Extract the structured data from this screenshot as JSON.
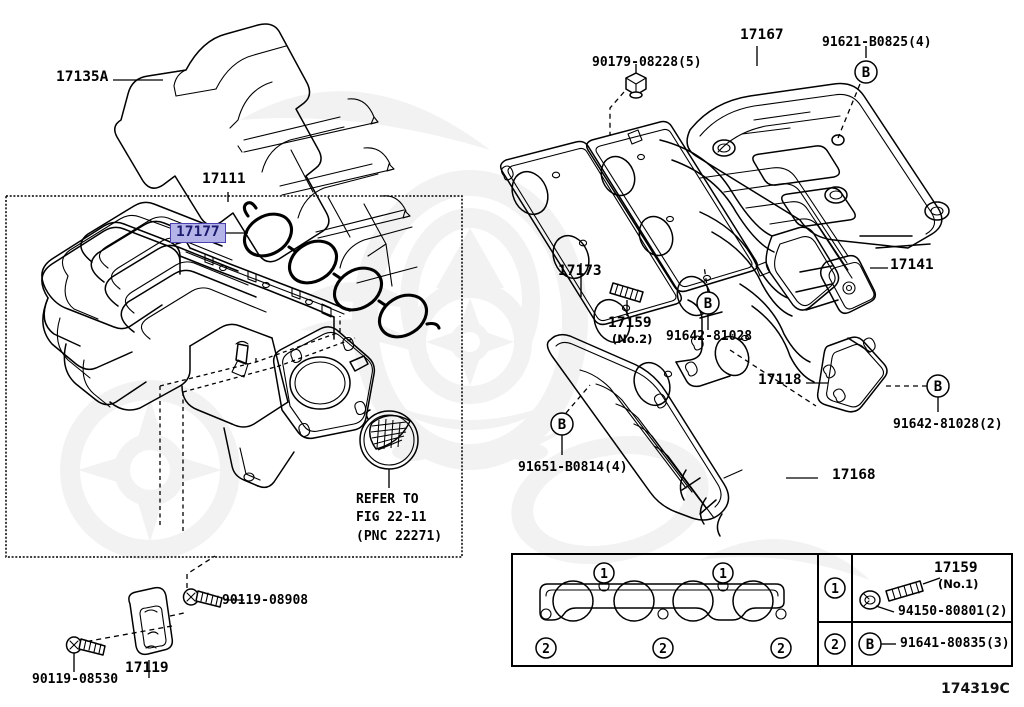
{
  "diagram": {
    "code": "174319C",
    "refer_note": "REFER TO\nFIG 22-11\n(PNC 22271)"
  },
  "labels": {
    "insulator": "17135A",
    "manifold_group": "17111",
    "gasket_intake": "17177",
    "bracket": "17119",
    "bolt_bracket_upper": "90119-08908",
    "bolt_bracket_lower": "90119-08530",
    "nut_exhaust": "90179-08228(5)",
    "heat_shield_upper": "17167",
    "bolt_shield_upper": "91621-B0825(4)",
    "gasket_exhaust": "17173",
    "stud_no2": "17159",
    "stud_no2_sub": "(No.2)",
    "bolt_manifold_b": "91642-81028",
    "exhaust_manifold": "17141",
    "stay": "17118",
    "bolt_stay": "91642-81028(2)",
    "bolt_shield_lower": "91651-B0814(4)",
    "heat_shield_lower": "17168"
  },
  "inset_table": {
    "markers": {
      "one": "1",
      "two": "2"
    },
    "rows": [
      {
        "key": "1",
        "part": "17159",
        "part_sub": "(No.1)",
        "nut": "94150-80801(2)"
      },
      {
        "key": "2",
        "bolt_badge": "B",
        "bolt": "91641-80835(3)"
      }
    ]
  },
  "colors": {
    "highlight_fill": "#b4b4e8",
    "highlight_border": "#4a42b0",
    "highlight_text": "#1a1a6e",
    "line": "#000000",
    "watermark": "#f0f0f0"
  }
}
